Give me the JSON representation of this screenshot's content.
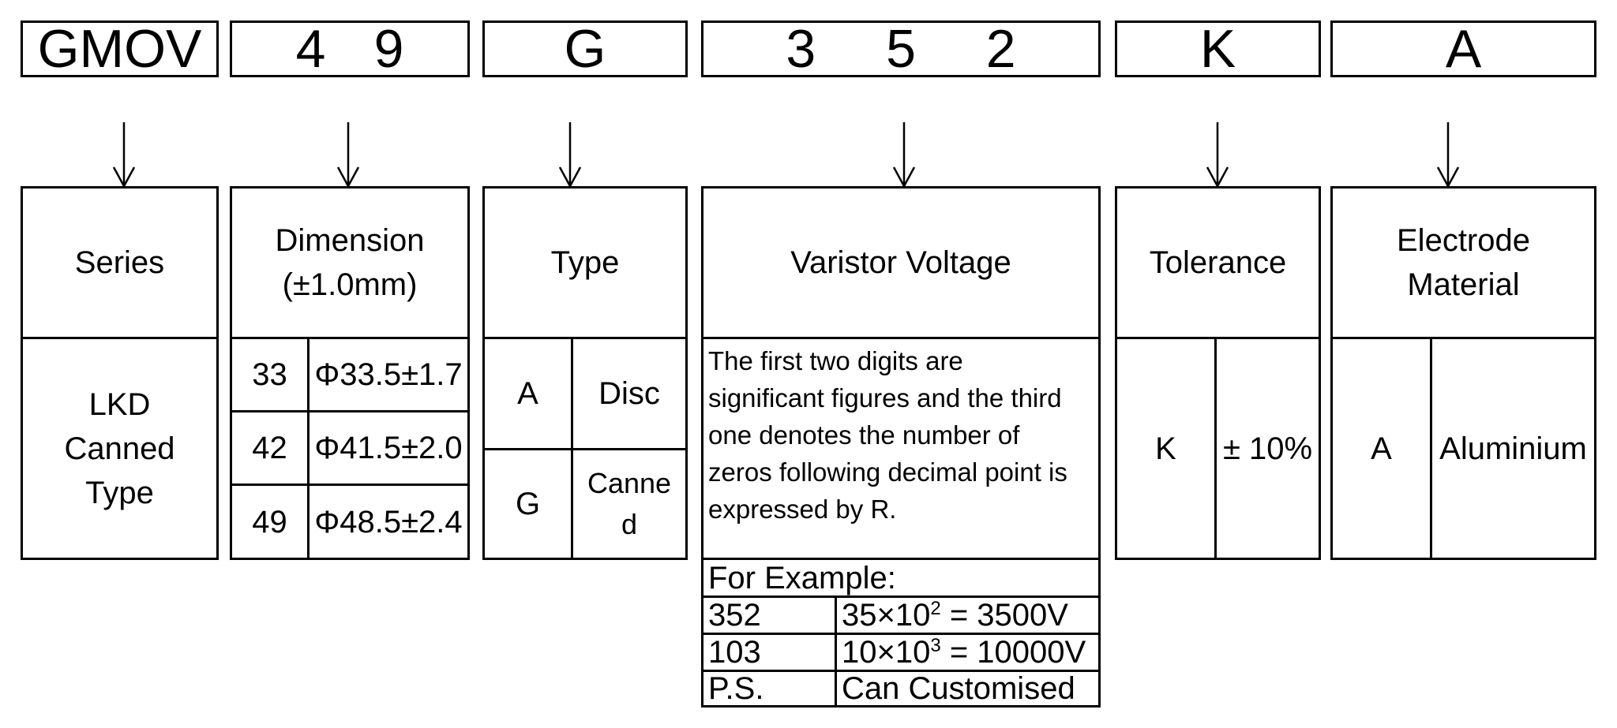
{
  "code": {
    "series": "GMOV",
    "dimension": [
      "4",
      "9"
    ],
    "type": "G",
    "voltage": [
      "3",
      "5",
      "2"
    ],
    "tolerance": "K",
    "electrode": "A"
  },
  "series": {
    "header": "Series",
    "lines": [
      "LKD",
      "Canned",
      "Type"
    ]
  },
  "dimension": {
    "header_lines": [
      "Dimension",
      "(±1.0mm)"
    ],
    "rows": [
      {
        "code": "33",
        "value": "Φ33.5±1.7"
      },
      {
        "code": "42",
        "value": "Φ41.5±2.0"
      },
      {
        "code": "49",
        "value": "Φ48.5±2.4"
      }
    ]
  },
  "type": {
    "header": "Type",
    "rows": [
      {
        "code": "A",
        "lines": [
          "Disc"
        ]
      },
      {
        "code": "G",
        "lines": [
          "Canne",
          "d"
        ]
      }
    ]
  },
  "voltage": {
    "header": "Varistor Voltage",
    "description_lines": [
      "The first two digits are",
      "significant figures and the third",
      "one denotes the number of",
      "zeros following decimal point is",
      "expressed by R."
    ],
    "example_title": "For Example:",
    "examples": [
      {
        "code": "352",
        "base": "35×10",
        "exp": "2",
        "rest": " = 3500V"
      },
      {
        "code": "103",
        "base": "10×10",
        "exp": "3",
        "rest": " = 10000V"
      }
    ],
    "ps": {
      "code": "P.S.",
      "text": "Can Customised"
    }
  },
  "tolerance": {
    "header": "Tolerance",
    "code": "K",
    "value": "± 10%"
  },
  "electrode": {
    "header_lines": [
      "Electrode",
      "Material"
    ],
    "code": "A",
    "value": "Aluminium"
  }
}
